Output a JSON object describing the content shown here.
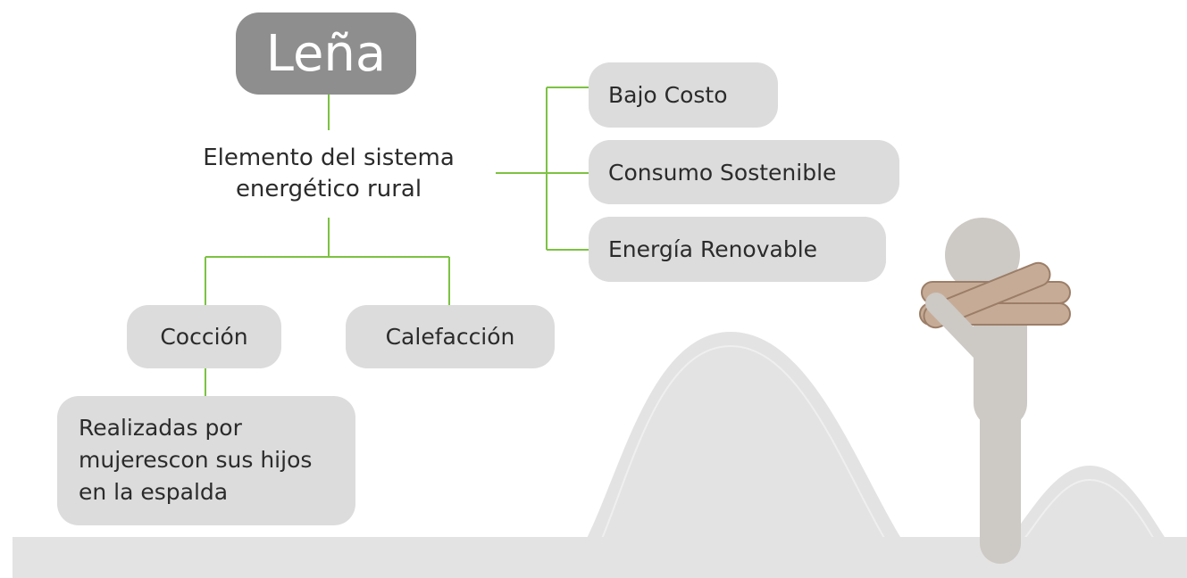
{
  "colors": {
    "connector": "#7cc242",
    "title_bg": "#8e8e8e",
    "box_bg": "#dcdcdc",
    "ground": "#e3e3e3",
    "figure": "#cdc9c5",
    "wood": "#c6ac97"
  },
  "title": "Leña",
  "center": {
    "line1": "Elemento del sistema",
    "line2": "energético rural"
  },
  "benefits": [
    {
      "label": "Bajo Costo"
    },
    {
      "label": "Consumo Sostenible"
    },
    {
      "label": "Energía Renovable"
    }
  ],
  "uses": [
    {
      "label": "Cocción"
    },
    {
      "label": "Calefacción"
    }
  ],
  "note": {
    "line1": "Realizadas por",
    "line2": "mujerescon sus hijos",
    "line3": "en la espalda"
  },
  "illustration": {
    "subject": "person-carrying-firewood-icon"
  }
}
